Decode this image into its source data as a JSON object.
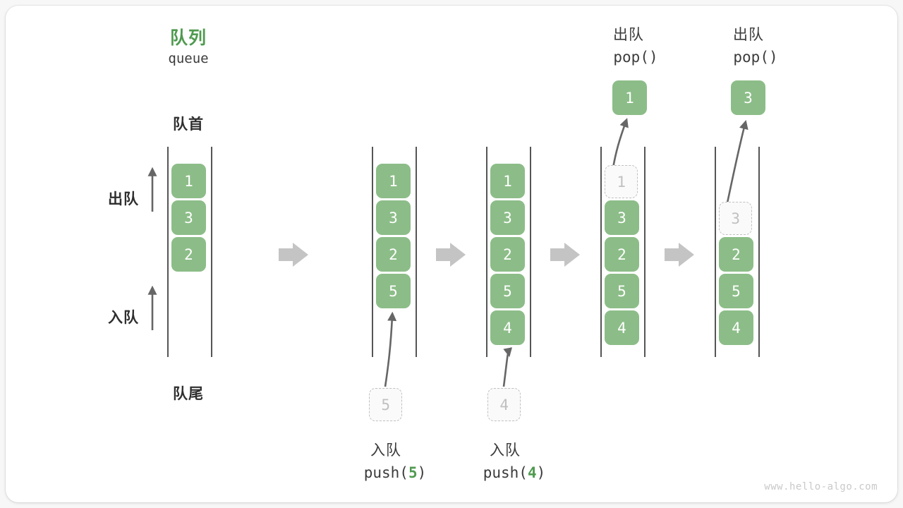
{
  "diagram": {
    "title_cn": "队列",
    "title_en": "queue",
    "front_label": "队首",
    "rear_label": "队尾",
    "dequeue_arrow_label": "出队",
    "enqueue_arrow_label": "入队",
    "watermark": "www.hello-algo.com",
    "colors": {
      "cell_green": "#8cbd88",
      "title_green": "#4f9a4f",
      "ghost_gray": "#c0c0c0",
      "rail_gray": "#555555",
      "separator_gray": "#c4c4c4"
    }
  },
  "columns": [
    {
      "id": "initial",
      "cells": [
        "1",
        "3",
        "2"
      ],
      "ghost_index": null
    },
    {
      "id": "after-push-5",
      "cells": [
        "1",
        "3",
        "2",
        "5"
      ],
      "ghost_index": null,
      "incoming": {
        "value": "5",
        "op_cn": "入队",
        "op_code_prefix": "push(",
        "op_code_num": "5",
        "op_code_suffix": ")"
      }
    },
    {
      "id": "after-push-4",
      "cells": [
        "1",
        "3",
        "2",
        "5",
        "4"
      ],
      "ghost_index": null,
      "incoming": {
        "value": "4",
        "op_cn": "入队",
        "op_code_prefix": "push(",
        "op_code_num": "4",
        "op_code_suffix": ")"
      }
    },
    {
      "id": "after-pop-1",
      "cells": [
        "1",
        "3",
        "2",
        "5",
        "4"
      ],
      "ghost_index": 0,
      "outgoing": {
        "value": "1",
        "op_cn": "出队",
        "op_code": "pop()"
      }
    },
    {
      "id": "after-pop-3",
      "cells": [
        "",
        "3",
        "2",
        "5",
        "4"
      ],
      "ghost_index": 1,
      "outgoing": {
        "value": "3",
        "op_cn": "出队",
        "op_code": "pop()"
      }
    }
  ],
  "separators": [
    "arrow-right",
    "arrow-right",
    "arrow-right",
    "arrow-right"
  ]
}
